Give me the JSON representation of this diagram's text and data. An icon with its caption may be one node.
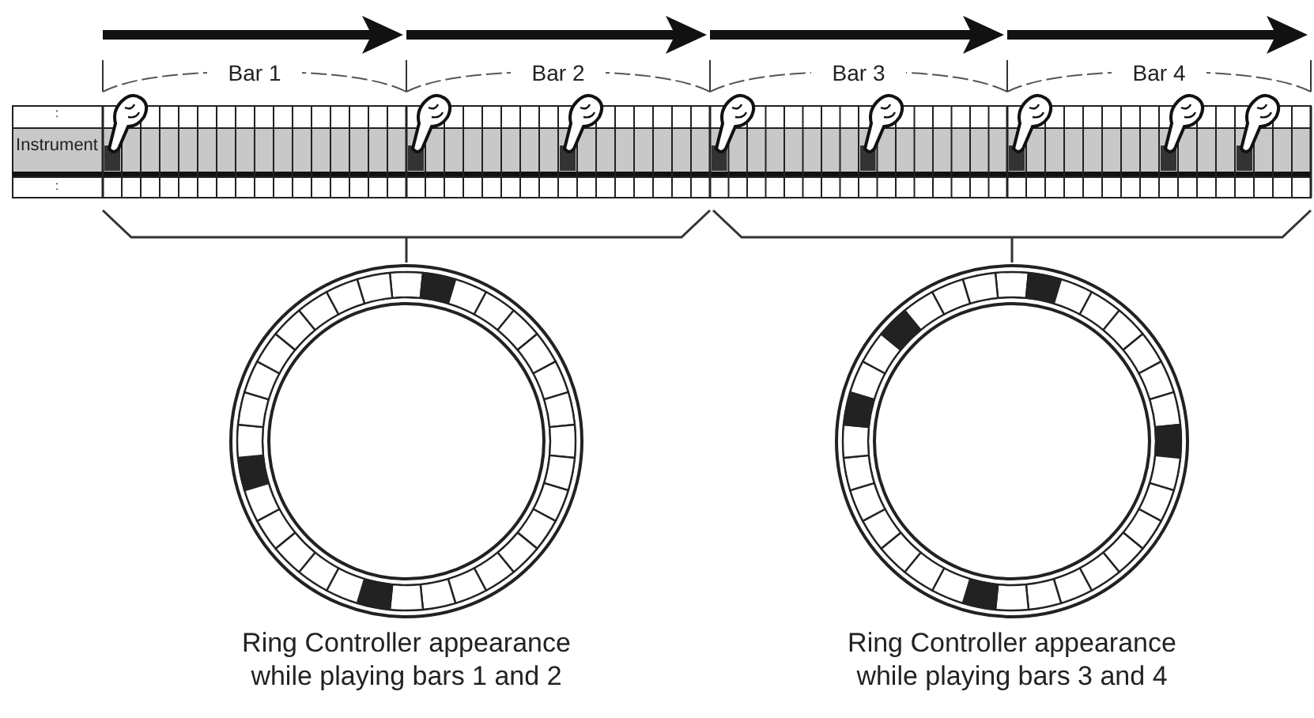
{
  "diagram": {
    "labels": [
      "Bar 1",
      "Bar 2",
      "Bar 3",
      "Bar 4",
      ":",
      "Instrument",
      ":",
      "Ring Controller appearance while playing bars 1 and 2",
      "Ring Controller appearance while playing bars 3 and 4"
    ]
  }
}
